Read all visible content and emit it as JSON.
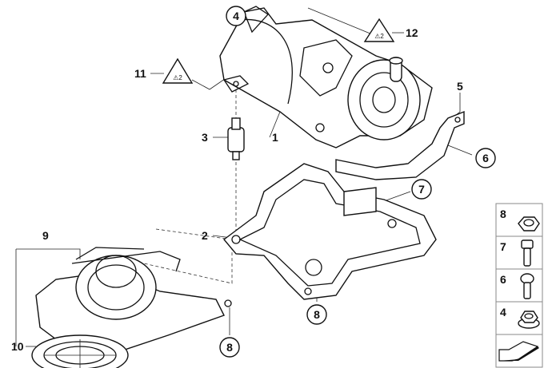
{
  "diagram": {
    "callouts": {
      "c1": "1",
      "c2": "2",
      "c3": "3",
      "c4": "4",
      "c5": "5",
      "c6": "6",
      "c7": "7",
      "c8a": "8",
      "c8b": "8",
      "c9": "9",
      "c10": "10",
      "c11": "11",
      "c12": "12"
    },
    "legend": [
      {
        "label": "8",
        "icon": "hex-nut-icon"
      },
      {
        "label": "7",
        "icon": "hex-bolt-icon"
      },
      {
        "label": "6",
        "icon": "torx-bolt-icon"
      },
      {
        "label": "4",
        "icon": "flange-nut-icon"
      }
    ],
    "warning_icon": "warning-label-icon"
  }
}
